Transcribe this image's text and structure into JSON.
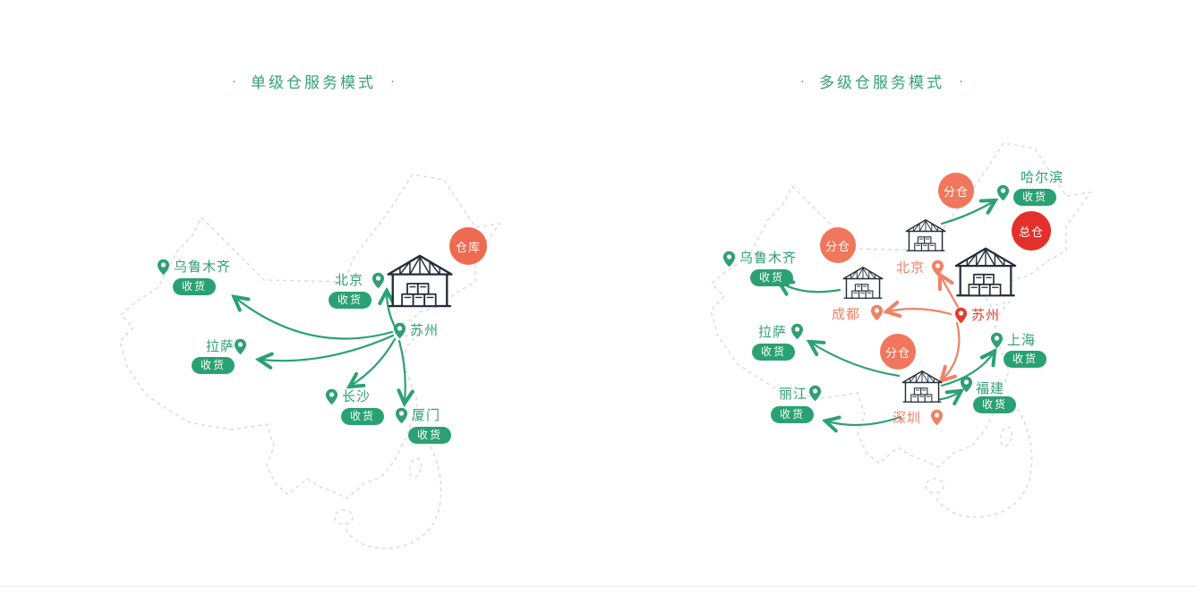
{
  "dot": "·",
  "left": {
    "title": "单级仓服务模式",
    "warehouse_badge": "仓库",
    "hub_city": "苏州",
    "receive_label": "收货",
    "cities": {
      "wulumuqi": "乌鲁木齐",
      "beijing": "北京",
      "lasa": "拉萨",
      "changsha": "长沙",
      "xiamen": "厦门"
    }
  },
  "right": {
    "title": "多级仓服务模式",
    "total_warehouse_badge": "总仓",
    "sub_warehouse_badge": "分仓",
    "hub_city": "苏州",
    "receive_label": "收货",
    "sub_hubs": {
      "beijing": "北京",
      "chengdu": "成都",
      "shenzhen": "深圳"
    },
    "cities": {
      "haerbin": "哈尔滨",
      "wulumuqi": "乌鲁木齐",
      "lasa": "拉萨",
      "lijiang": "丽江",
      "shanghai": "上海",
      "fujian": "福建"
    }
  },
  "colors": {
    "green": "#2aa172",
    "coral": "#f08166",
    "red": "#e23a2c",
    "map_outline": "#d5dbe0"
  }
}
